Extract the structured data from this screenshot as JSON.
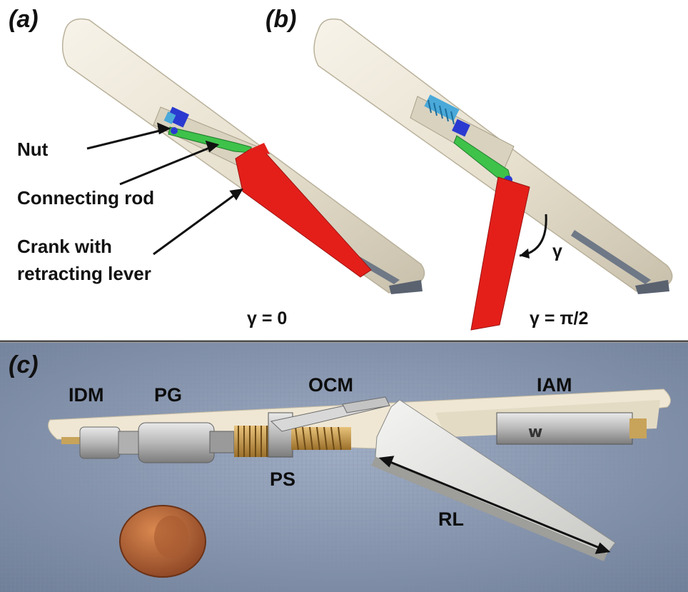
{
  "panels": {
    "a": {
      "label": "(a)",
      "gamma_caption": "γ = 0"
    },
    "b": {
      "label": "(b)",
      "gamma_caption": "γ = π/2",
      "angle_symbol": "γ"
    },
    "c": {
      "label": "(c)"
    }
  },
  "annotations": {
    "nut": "Nut",
    "connecting_rod": "Connecting rod",
    "crank_line1": "Crank with",
    "crank_line2": "retracting lever"
  },
  "photo_labels": {
    "idm": "IDM",
    "pg": "PG",
    "ocm": "OCM",
    "iam": "IAM",
    "ps": "PS",
    "rl": "RL"
  },
  "colors": {
    "body_cream": "#ece6d6",
    "crank_red": "#e41f1a",
    "rod_green": "#3ec24a",
    "nut_blue": "#2a3ad0",
    "spring_cyan": "#4aa9d9",
    "photo_bg": "#8d9bb4",
    "penny_copper": "#b8643a"
  }
}
